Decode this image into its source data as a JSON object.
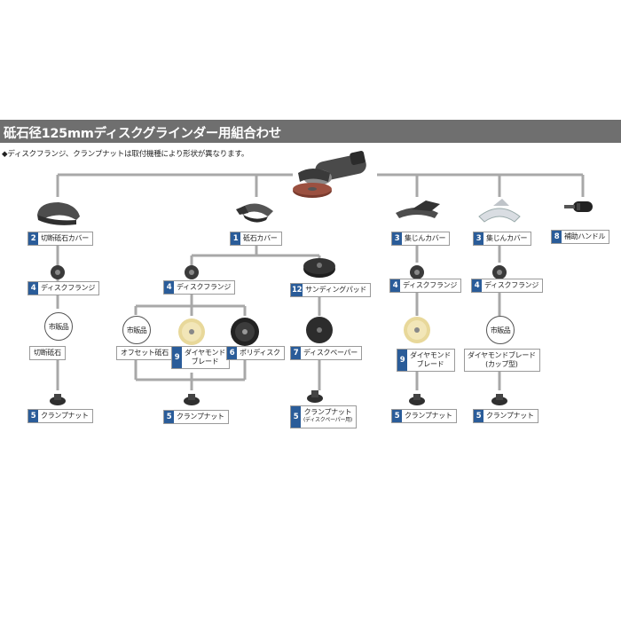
{
  "title": "砥石径125mmディスクグラインダー用組合わせ",
  "note": "◆ディスクフランジ、クランプナットは取付機種により形状が異なります。",
  "labels": {
    "c1_cover": {
      "num": "2",
      "text": "切断砥石カバー"
    },
    "c1_flange": {
      "num": "4",
      "text": "ディスクフランジ"
    },
    "c1_item": {
      "text": "切断砥石"
    },
    "c1_nut": {
      "num": "5",
      "text": "クランプナット"
    },
    "c2_cover": {
      "num": "1",
      "text": "砥石カバー"
    },
    "c2_flange": {
      "num": "4",
      "text": "ディスクフランジ"
    },
    "c2_offset": {
      "text": "オフセット砥石"
    },
    "c2_diamond_l1": "ダイヤモンド",
    "c2_diamond_l2": "ブレード",
    "c2_diamond_num": "9",
    "c2_poly": {
      "num": "6",
      "text": "ポリディスク"
    },
    "c2_nut": {
      "num": "5",
      "text": "クランプナット"
    },
    "c3_pad": {
      "num": "12",
      "text": "サンディングパッド"
    },
    "c3_paper": {
      "num": "7",
      "text": "ディスクペーパー"
    },
    "c3_nut_l1": "クランプナット",
    "c3_nut_l2": "(ディスクペーパー用)",
    "c3_nut_num": "5",
    "c4_cover": {
      "num": "3",
      "text": "集じんカバー"
    },
    "c4_flange": {
      "num": "4",
      "text": "ディスクフランジ"
    },
    "c4_diamond_l1": "ダイヤモンド",
    "c4_diamond_l2": "ブレード",
    "c4_diamond_num": "9",
    "c4_nut": {
      "num": "5",
      "text": "クランプナット"
    },
    "c5_cover": {
      "num": "3",
      "text": "集じんカバー"
    },
    "c5_flange": {
      "num": "4",
      "text": "ディスクフランジ"
    },
    "c5_item_l1": "ダイヤモンドブレード",
    "c5_item_l2": "(カップ型)",
    "c5_nut": {
      "num": "5",
      "text": "クランプナット"
    },
    "c6_handle": {
      "num": "8",
      "text": "補助ハンドル"
    }
  },
  "shihan_label": "市販品",
  "colors": {
    "title_bar": "#6f6f6f",
    "number_badge": "#2a5c99",
    "connector": "#a8a8a8",
    "diamond_blade": "#e8d89a"
  }
}
